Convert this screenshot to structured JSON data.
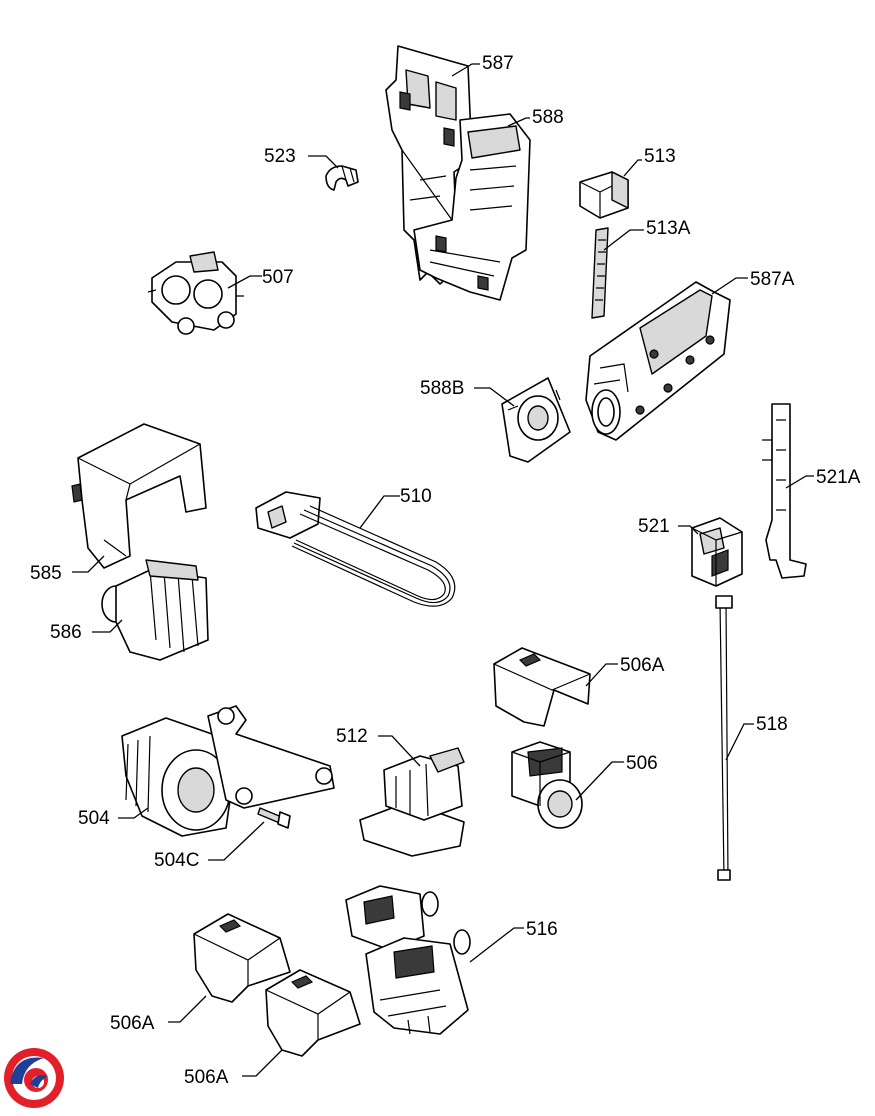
{
  "labels": {
    "p587": "587",
    "p588": "588",
    "p523": "523",
    "p513": "513",
    "p513a": "513A",
    "p507": "507",
    "p587a": "587A",
    "p588b": "588B",
    "p510": "510",
    "p521a": "521A",
    "p521": "521",
    "p585": "585",
    "p586": "586",
    "p506a_top": "506A",
    "p518": "518",
    "p512": "512",
    "p506": "506",
    "p504": "504",
    "p504c": "504C",
    "p516": "516",
    "p506a_left": "506A",
    "p506a_bottom": "506A"
  },
  "colors": {
    "line": "#000000",
    "fill": "#ffffff",
    "shade": "#d9d9d9",
    "logo_red": "#e1202a",
    "logo_blue": "#1f3f99"
  },
  "logo": {
    "icon": "brand-logo-icon"
  }
}
